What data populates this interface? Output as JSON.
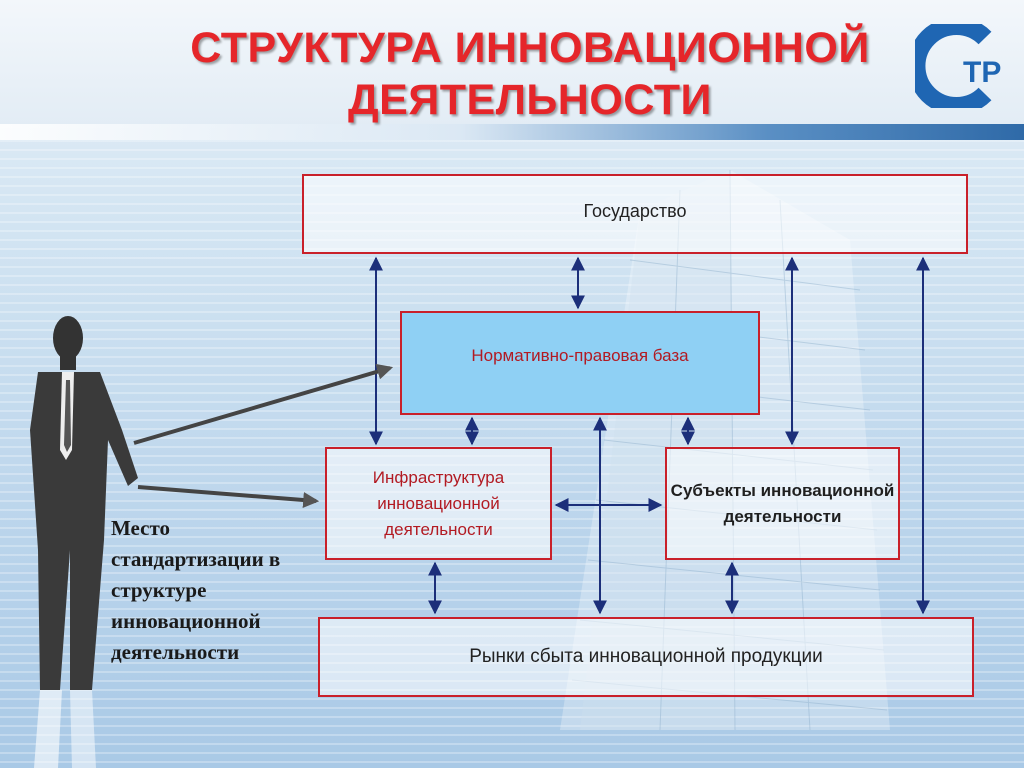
{
  "title": {
    "line1": "СТРУКТУРА ИННОВАЦИОННОЙ",
    "line2": "ДЕЯТЕЛЬНОСТИ"
  },
  "logo": {
    "text": "ТР",
    "color": "#1f66b3"
  },
  "nodes": {
    "state": "Государство",
    "legal_base": "Нормативно-правовая база",
    "infrastructure": "Инфраструктура инновационной деятельности",
    "subjects": "Субъекты инновационной деятельности",
    "markets": "Рынки сбыта инновационной продукции"
  },
  "caption": "Место стандартизации в структуре инновационной деятельности",
  "colors": {
    "title": "#e5262a",
    "node_border": "#c9202a",
    "connector": "#1c2f7a",
    "legal_base_fill": "#8fd0f4"
  },
  "edges": [
    {
      "from": "state",
      "to": "legal_base",
      "type": "bidirectional"
    },
    {
      "from": "state",
      "to": "infrastructure",
      "type": "bidirectional"
    },
    {
      "from": "state",
      "to": "subjects",
      "type": "bidirectional"
    },
    {
      "from": "state",
      "to": "markets",
      "type": "bidirectional"
    },
    {
      "from": "legal_base",
      "to": "infrastructure",
      "type": "bidirectional"
    },
    {
      "from": "legal_base",
      "to": "subjects",
      "type": "bidirectional"
    },
    {
      "from": "legal_base",
      "to": "markets",
      "type": "bidirectional"
    },
    {
      "from": "infrastructure",
      "to": "subjects",
      "type": "bidirectional"
    },
    {
      "from": "infrastructure",
      "to": "markets",
      "type": "bidirectional"
    },
    {
      "from": "subjects",
      "to": "markets",
      "type": "bidirectional"
    },
    {
      "from": "person",
      "to": "legal_base",
      "type": "pointer"
    },
    {
      "from": "person",
      "to": "infrastructure",
      "type": "pointer"
    }
  ]
}
